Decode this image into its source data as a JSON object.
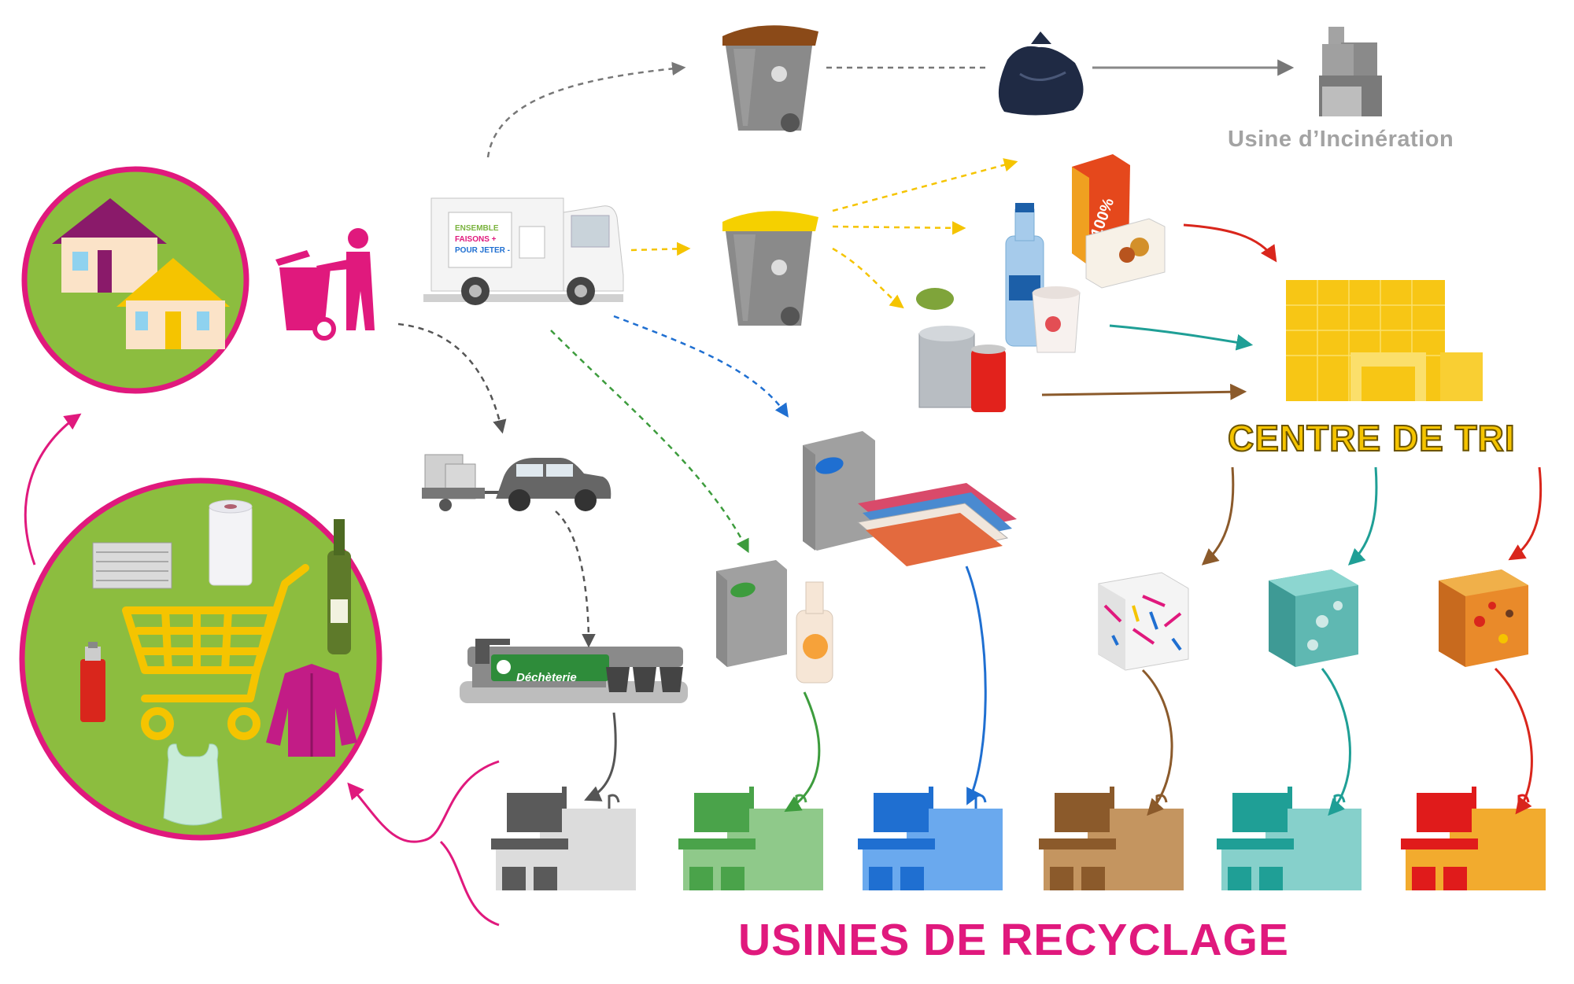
{
  "labels": {
    "incineration": "Usine d’Incinération",
    "centre_tri": "CENTRE DE TRI",
    "usines_recyclage": "USINES DE RECYCLAGE",
    "decheterie": "Déchèterie"
  },
  "truck_sign": {
    "line1": "ENSEMBLE",
    "line2": "FAISONS +",
    "line3": "POUR JETER -"
  },
  "packaging_text": "100%",
  "colors": {
    "magenta": "#e0197d",
    "green_bg": "#8cbd3f",
    "yellow": "#f5c400",
    "grey_arrow": "#777777",
    "blue_arrow": "#1f6fd1",
    "green_arrow": "#3d9c3d",
    "brown_arrow": "#8b5a2b",
    "teal_arrow": "#1f9f96",
    "red_arrow": "#d9261c",
    "bin_brown": "#8b4a18",
    "bin_yellow": "#f5d000"
  },
  "factory_colors": [
    {
      "dark": "#5a5a5a",
      "light": "#dcdcdc"
    },
    {
      "dark": "#4aa34a",
      "light": "#8fc98a"
    },
    {
      "dark": "#1f6fd1",
      "light": "#6aa9ee"
    },
    {
      "dark": "#8b5a2b",
      "light": "#c49560"
    },
    {
      "dark": "#1f9f96",
      "light": "#86d0cb"
    },
    {
      "dark": "#e01b1b",
      "light": "#f2ab2e"
    }
  ]
}
